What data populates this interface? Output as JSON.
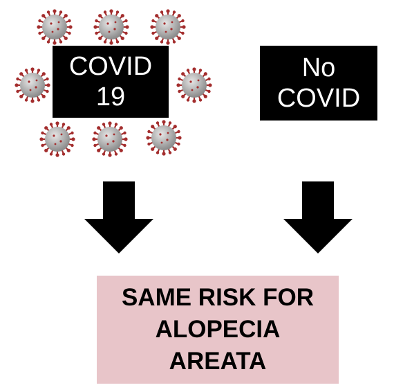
{
  "groups": [
    {
      "lines": [
        "COVID",
        "19"
      ]
    },
    {
      "lines": [
        "No",
        "COVID"
      ]
    }
  ],
  "outcome": {
    "lines": [
      "SAME RISK FOR",
      "ALOPECIA",
      "AREATA"
    ]
  },
  "colors": {
    "box": "#000000",
    "box_text": "#ffffff",
    "outcome_fill": "#e8c5c9",
    "virus_body": "#b9b9b9",
    "virus_spike": "#a32d2d"
  },
  "icons": {
    "virus": "coronavirus-icon",
    "arrow": "arrow-down-icon"
  }
}
